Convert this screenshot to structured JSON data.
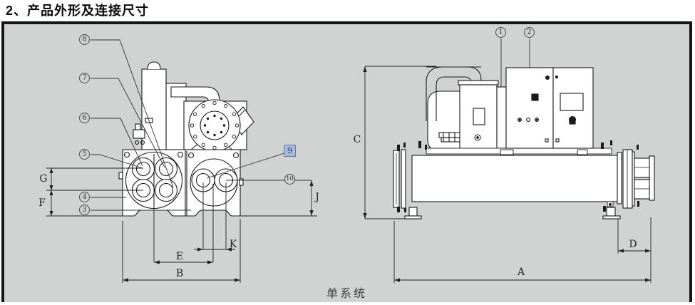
{
  "title": "2、产品外形及连接尺寸",
  "caption": "单系统",
  "callouts": {
    "n1": "1",
    "n2": "2",
    "n3": "3",
    "n4": "4",
    "n5": "5",
    "n6": "6",
    "n7": "7",
    "n8": "8",
    "n9": "9",
    "n10": "10"
  },
  "highlight": {
    "callout": "9",
    "fill": "#a9bad6",
    "border": "#5f79a8",
    "text_color": "#1f3a77"
  },
  "dimensions": {
    "A": "A",
    "B": "B",
    "C": "C",
    "D": "D",
    "E": "E",
    "F": "F",
    "G": "G",
    "J": "J",
    "K": "K"
  },
  "colors": {
    "panel_bg": "#d1d3d2",
    "panel_border": "#151515",
    "line_art": "#1a1a1a",
    "dim_line": "#222222"
  }
}
